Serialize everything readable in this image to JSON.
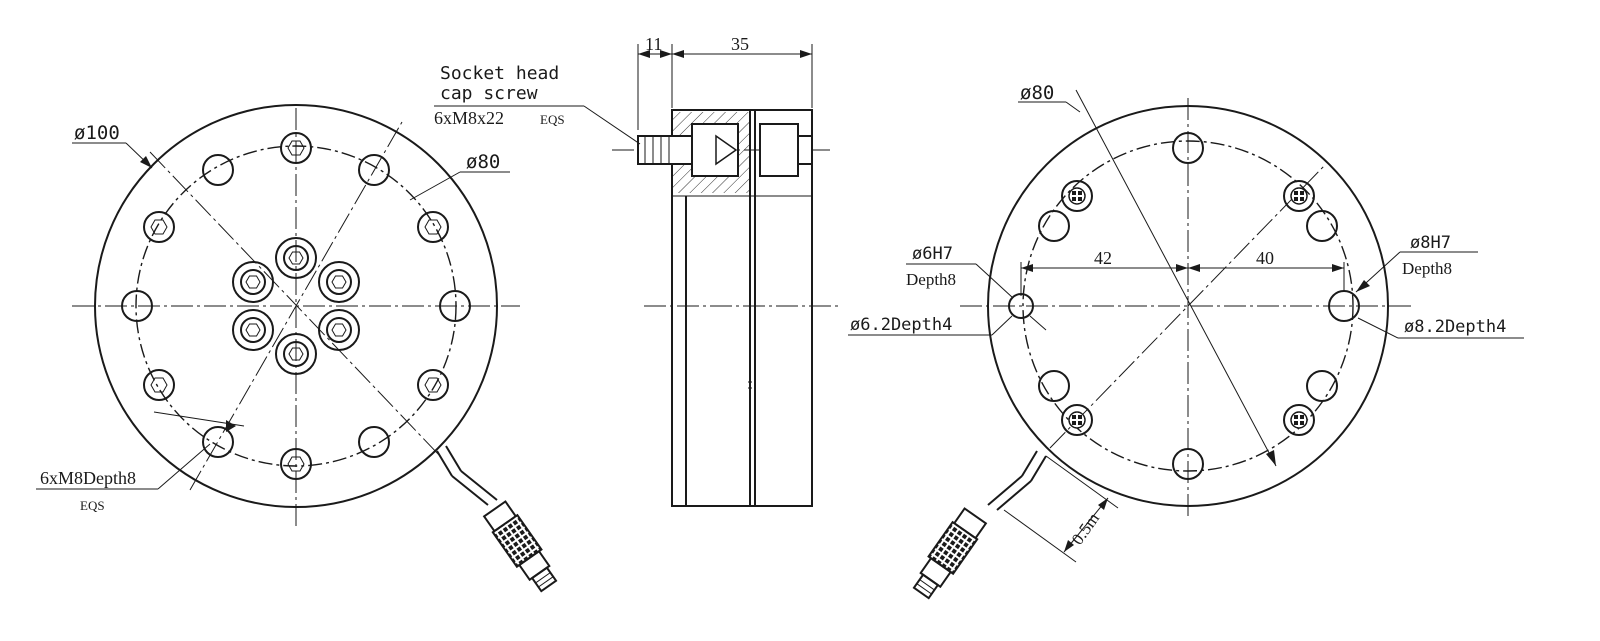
{
  "labels": {
    "front_dia_100": "ø100",
    "front_dia_80": "ø80",
    "front_threads": "6xM8Depth8",
    "front_threads_eqs": "EQS",
    "side_screw_line1": "Socket head",
    "side_screw_line2": "cap screw",
    "side_screw_spec": "6xM8x22",
    "side_screw_eqs": "EQS",
    "side_dim_11": "11",
    "side_dim_35": "35",
    "back_dia_80": "ø80",
    "back_pin_small": "ø6H7",
    "back_pin_small_depth": "Depth8",
    "back_pin_small_cbore": "ø6.2Depth4",
    "back_pin_large": "ø8H7",
    "back_pin_large_depth": "Depth8",
    "back_pin_large_cbore": "ø8.2Depth4",
    "back_dim_42": "42",
    "back_dim_40": "40",
    "cable_length": "0.5m"
  }
}
